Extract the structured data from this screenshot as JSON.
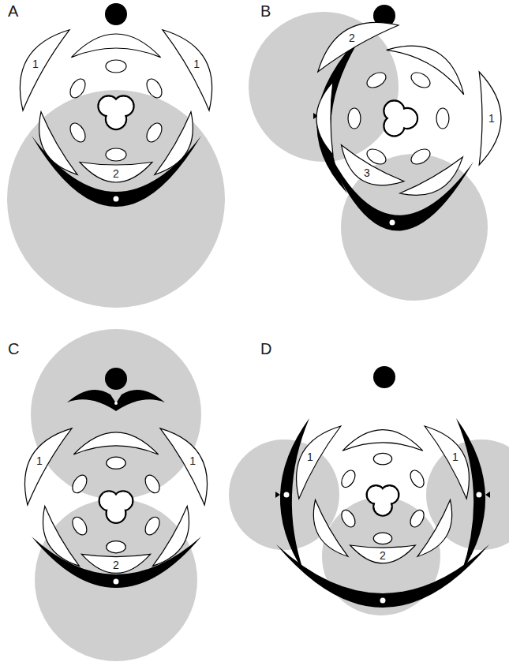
{
  "diagram": {
    "labels": [
      "A",
      "B",
      "C",
      "D",
      "1",
      "1",
      "2",
      "2",
      "1",
      "3",
      "1",
      "1",
      "2",
      "1",
      "1",
      "2"
    ]
  }
}
